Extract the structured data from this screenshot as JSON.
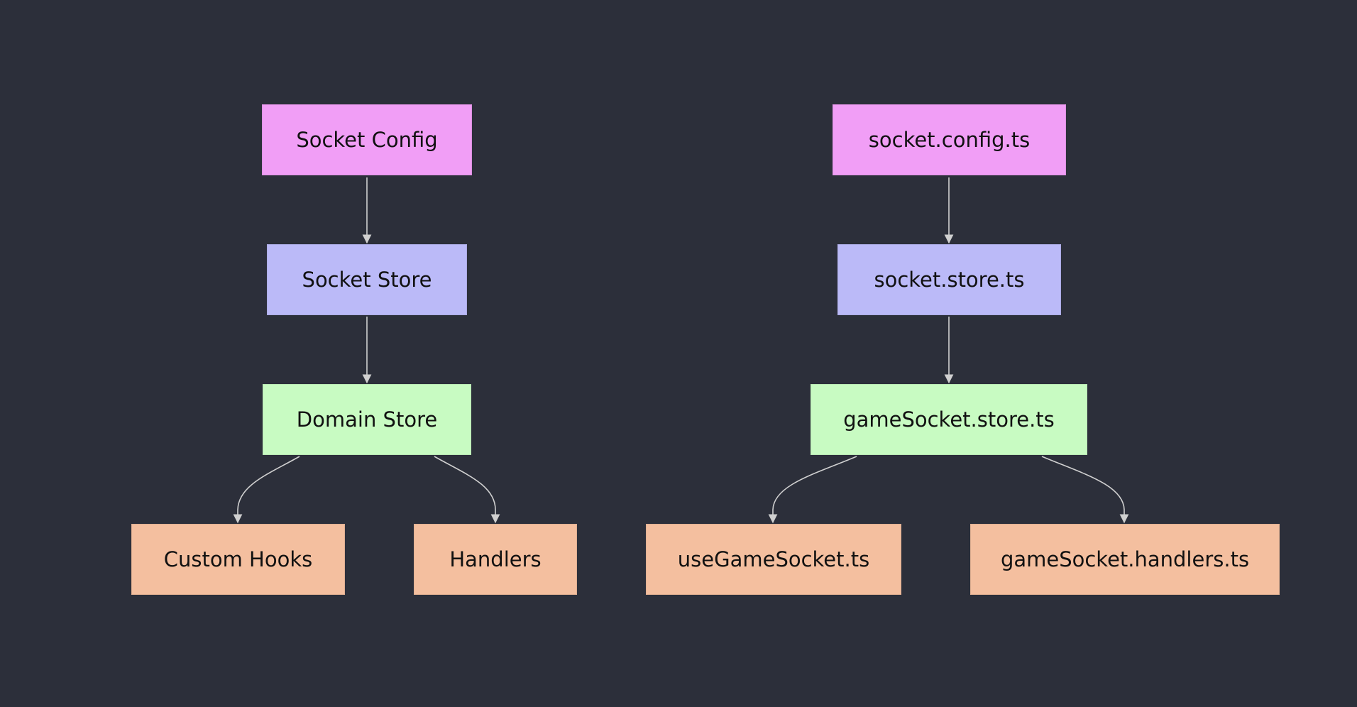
{
  "diagram": {
    "left": {
      "config": "Socket Config",
      "store": "Socket Store",
      "domain": "Domain Store",
      "hooks": "Custom Hooks",
      "handlers": "Handlers"
    },
    "right": {
      "config": "socket.config.ts",
      "store": "socket.store.ts",
      "domain": "gameSocket.store.ts",
      "hooks": "useGameSocket.ts",
      "handlers": "gameSocket.handlers.ts"
    },
    "edges": [
      [
        "left.config",
        "left.store"
      ],
      [
        "left.store",
        "left.domain"
      ],
      [
        "left.domain",
        "left.hooks"
      ],
      [
        "left.domain",
        "left.handlers"
      ],
      [
        "right.config",
        "right.store"
      ],
      [
        "right.store",
        "right.domain"
      ],
      [
        "right.domain",
        "right.hooks"
      ],
      [
        "right.domain",
        "right.handlers"
      ]
    ]
  },
  "colors": {
    "background": "#2c2f3a",
    "config": "#f19ef6",
    "store": "#bbbaf8",
    "domain": "#c8fbc2",
    "leaf": "#f4bf9f",
    "edge": "#d0d0d0"
  }
}
